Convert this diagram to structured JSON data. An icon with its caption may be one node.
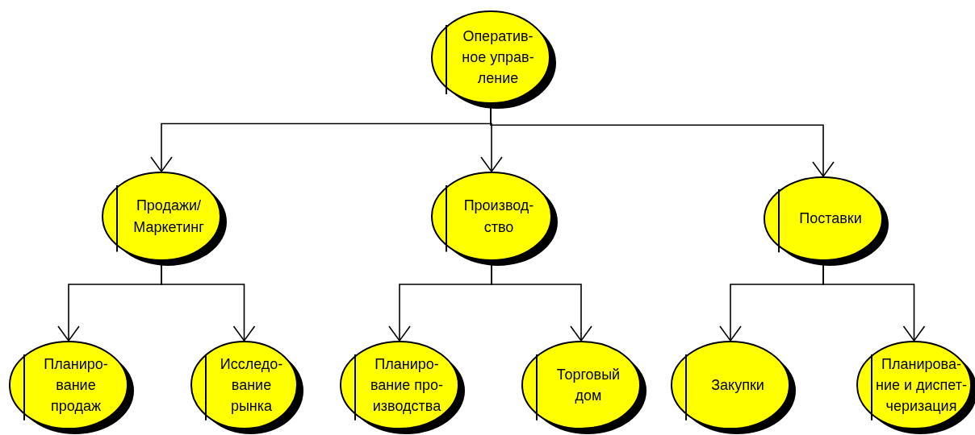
{
  "diagram": {
    "nodes": [
      {
        "text": [
          "Оператив- ное управ- ление"
        ]
      },
      {
        "text": [
          "Продажи/ Маркетинг"
        ]
      },
      {
        "text": [
          "Производ- ство"
        ]
      },
      {
        "text": [
          "Поставки"
        ]
      },
      {
        "text": [
          "Планиро- вание продаж"
        ]
      },
      {
        "text": [
          "Исследо- вание рынка"
        ]
      },
      {
        "text": [
          "Планиро- вание про- изводства"
        ]
      },
      {
        "text": [
          "Торговый дом"
        ]
      },
      {
        "text": [
          "Закупки"
        ]
      },
      {
        "text": [
          "Планирова- ние и диспет- черизация"
        ]
      }
    ],
    "edges": [
      {
        "from": 0,
        "to": 1,
        "arrow": "to"
      },
      {
        "from": 0,
        "to": 2,
        "arrow": "to"
      },
      {
        "from": 0,
        "to": 3,
        "arrow": "to"
      },
      {
        "from": 1,
        "to": 4,
        "arrow": "to"
      },
      {
        "from": 1,
        "to": 5,
        "arrow": "to"
      },
      {
        "from": 2,
        "to": 6,
        "arrow": "to"
      },
      {
        "from": 2,
        "to": 7,
        "arrow": "to"
      },
      {
        "from": 3,
        "to": 8,
        "arrow": "to"
      },
      {
        "from": 3,
        "to": 9,
        "arrow": "to"
      }
    ]
  }
}
